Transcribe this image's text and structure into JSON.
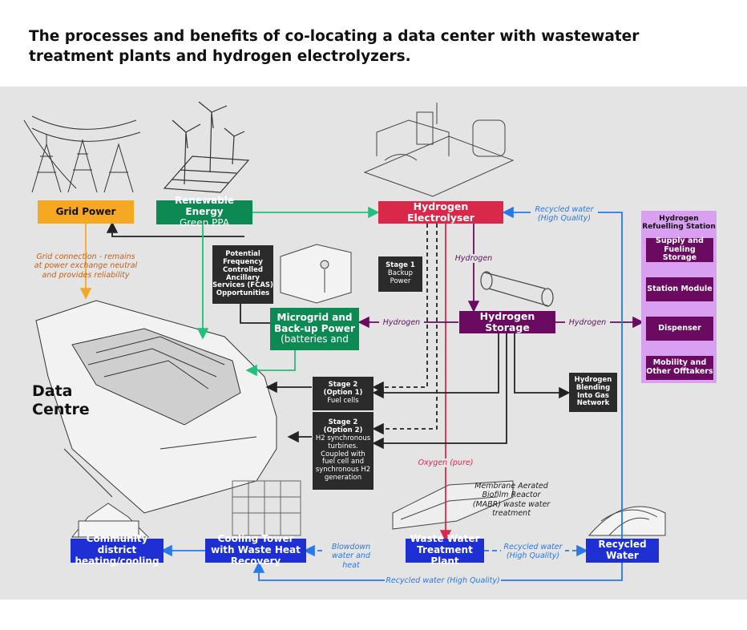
{
  "title": "The processes and benefits of co-locating a data center with wastewater treatment plants and hydrogen electrolyzers.",
  "colors": {
    "grid": "#f7a823",
    "renewable": "#0d8a53",
    "electrolyser": "#d9284a",
    "storage": "#6a0a61",
    "water": "#1e2fd4",
    "station_bg": "#d99ff0",
    "arrow_blue": "#2878e8",
    "arrow_green": "#1fc17a"
  },
  "nodes": {
    "grid_power": "Grid Power",
    "renewable_title": "Renewable Energy",
    "renewable_sub": "Green PPA",
    "electrolyser": "Hydrogen Electrolyser",
    "fcas": "Potential Frequency Controlled Ancillary Services (FCAS) Opportunities",
    "microgrid_title": "Microgrid and Back-up Power",
    "microgrid_sub": "(batteries and",
    "stage1_title": "Stage 1",
    "stage1_sub": "Backup Power",
    "storage": "Hydrogen Storage",
    "stage2a_title": "Stage 2 (Option 1)",
    "stage2a_sub": "Fuel cells",
    "stage2b_title": "Stage 2 (Option 2)",
    "stage2b_sub": "H2 synchronous turbines. Coupled with fuel cell and synchronous H2 generation",
    "blending": "Hydrogen Blending Into Gas Network",
    "data_centre": "Data Centre",
    "station_title": "Hydrogen Refuelling Station",
    "station_items": [
      "Supply and Fueling Storage",
      "Station Module",
      "Dispenser",
      "Mobility and Other Offtakers"
    ],
    "community": "Community district heating/cooling",
    "cooling": "Cooling Tower with Waste Heat Recovery",
    "wwtp": "Waste Water Treatment Plant",
    "recycled": "Recycled Water",
    "mabr": "Membrane Aerated Biofilm Reactor (MABR) waste water treatment"
  },
  "labels": {
    "grid_note": "Grid connection - remains at power exchange neutral and provides reliability",
    "recycled_hq_top": "Recycled water (High Quality)",
    "hydrogen_down": "Hydrogen",
    "hydrogen_left": "Hydrogen",
    "hydrogen_right": "Hydrogen",
    "oxygen": "Oxygen (pure)",
    "blowdown": "Blowdown water and heat",
    "recycled_hq_mid": "Recycled water (High Quality)",
    "recycled_hq_bottom": "Recycled water (High Quality)"
  }
}
